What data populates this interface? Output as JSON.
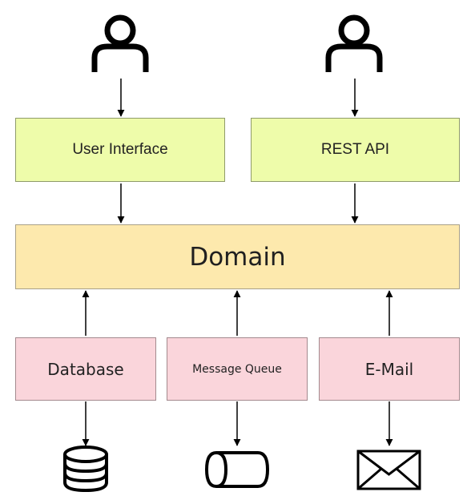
{
  "boxes": {
    "user_interface": "User Interface",
    "rest_api": "REST API",
    "domain": "Domain",
    "database": "Database",
    "message_queue": "Message Queue",
    "email": "E-Mail"
  },
  "icons": {
    "actor_left": "person-icon",
    "actor_right": "person-icon",
    "database": "database-icon",
    "queue": "queue-cylinder-icon",
    "email": "envelope-icon"
  },
  "colors": {
    "interface_fill": "#eefcaa",
    "domain_fill": "#fde9ad",
    "adapter_fill": "#fad5db"
  }
}
